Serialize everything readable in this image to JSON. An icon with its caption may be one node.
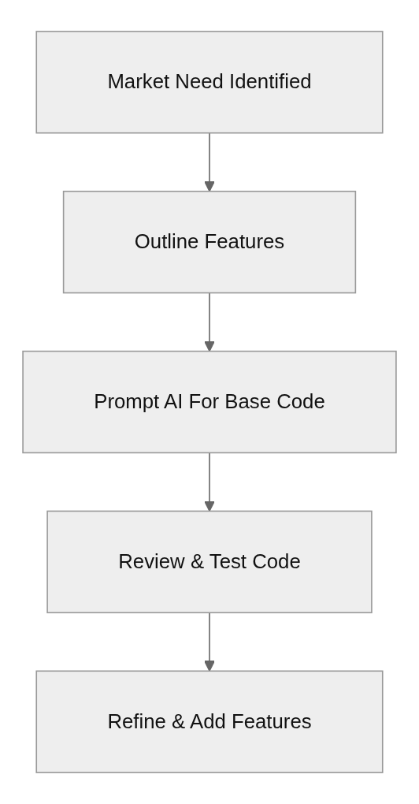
{
  "diagram": {
    "nodes": [
      {
        "text": [
          "Market Need Identified"
        ]
      },
      {
        "text": [
          "Outline Features"
        ]
      },
      {
        "text": [
          "Prompt AI For Base Code"
        ]
      },
      {
        "text": [
          "Review & Test Code"
        ]
      },
      {
        "text": [
          "Refine & Add Features"
        ]
      }
    ],
    "edges": [
      {
        "from": 0,
        "to": 1,
        "arrow": "to"
      },
      {
        "from": 1,
        "to": 2,
        "arrow": "to"
      },
      {
        "from": 2,
        "to": 3,
        "arrow": "to"
      },
      {
        "from": 3,
        "to": 4,
        "arrow": "to"
      }
    ]
  }
}
